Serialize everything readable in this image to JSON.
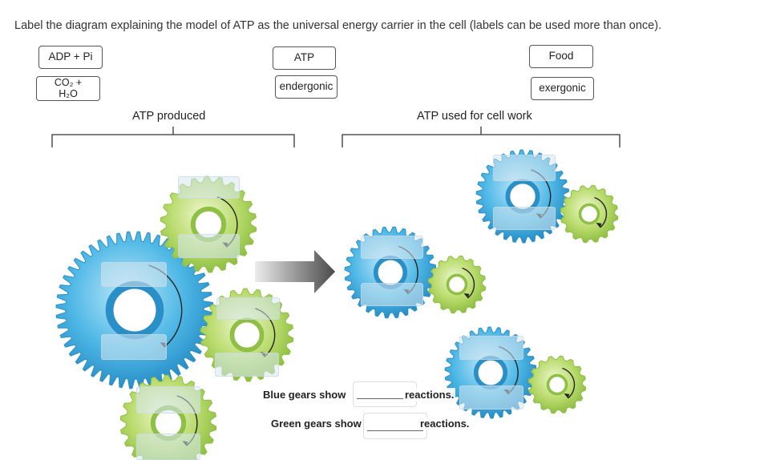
{
  "prompt": "Label the diagram explaining the model of ATP as the universal energy carrier in the cell (labels can be used more than once).",
  "labels": {
    "adp_pi": "ADP + Pi",
    "atp": "ATP",
    "food": "Food",
    "co2_line1": "CO₂ +",
    "co2_line2": "H₂O",
    "endergonic": "endergonic",
    "exergonic": "exergonic"
  },
  "sections": {
    "produced": "ATP produced",
    "used": "ATP used for cell work"
  },
  "sentences": {
    "blue_prefix": "Blue gears show",
    "blue_suffix": "reactions.",
    "green_prefix": "Green gears show",
    "green_suffix": "reactions."
  },
  "colors": {
    "blue_gear": "#4fb8e6",
    "green_gear": "#a9d15a",
    "arrow": "#555555"
  }
}
